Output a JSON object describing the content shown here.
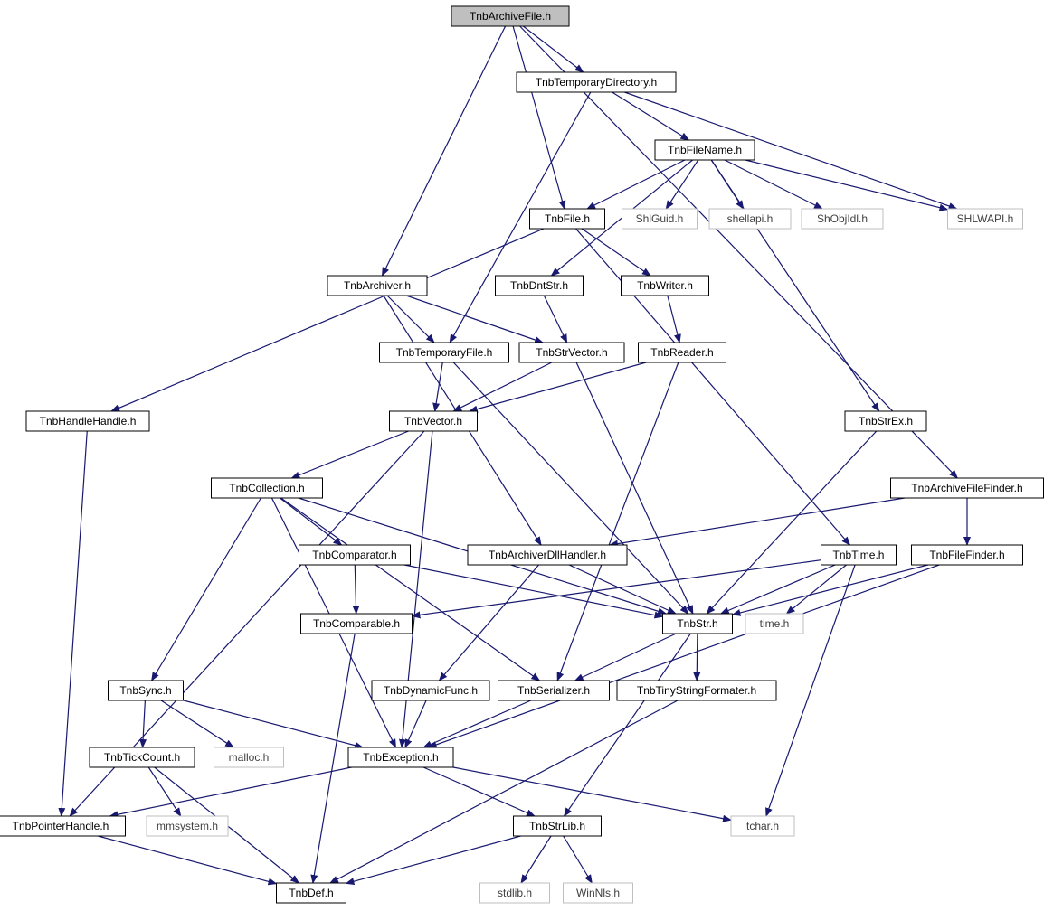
{
  "diagram": {
    "title": "",
    "colors": {
      "edge": "#191970",
      "root_fill": "#bfbfbf",
      "node_border": "#000000",
      "external_border": "#bfbfbf",
      "text": "#000000",
      "external_text": "#404040"
    },
    "nodes": [
      {
        "id": "archivefile",
        "label": "TnbArchiveFile.h",
        "kind": "root"
      },
      {
        "id": "tempdir",
        "label": "TnbTemporaryDirectory.h",
        "kind": "local"
      },
      {
        "id": "filename",
        "label": "TnbFileName.h",
        "kind": "local"
      },
      {
        "id": "file",
        "label": "TnbFile.h",
        "kind": "local"
      },
      {
        "id": "shlguid",
        "label": "ShlGuid.h",
        "kind": "external"
      },
      {
        "id": "shellapi",
        "label": "shellapi.h",
        "kind": "external"
      },
      {
        "id": "shobjidl",
        "label": "ShObjIdl.h",
        "kind": "external"
      },
      {
        "id": "shlwapi",
        "label": "SHLWAPI.h",
        "kind": "external"
      },
      {
        "id": "archiver",
        "label": "TnbArchiver.h",
        "kind": "local"
      },
      {
        "id": "dntstr",
        "label": "TnbDntStr.h",
        "kind": "local"
      },
      {
        "id": "writer",
        "label": "TnbWriter.h",
        "kind": "local"
      },
      {
        "id": "tempfile",
        "label": "TnbTemporaryFile.h",
        "kind": "local"
      },
      {
        "id": "strvector",
        "label": "TnbStrVector.h",
        "kind": "local"
      },
      {
        "id": "reader",
        "label": "TnbReader.h",
        "kind": "local"
      },
      {
        "id": "handlehandle",
        "label": "TnbHandleHandle.h",
        "kind": "local"
      },
      {
        "id": "vector",
        "label": "TnbVector.h",
        "kind": "local"
      },
      {
        "id": "strex",
        "label": "TnbStrEx.h",
        "kind": "local"
      },
      {
        "id": "archivefilefinder",
        "label": "TnbArchiveFileFinder.h",
        "kind": "local"
      },
      {
        "id": "collection",
        "label": "TnbCollection.h",
        "kind": "local"
      },
      {
        "id": "comparator",
        "label": "TnbComparator.h",
        "kind": "local"
      },
      {
        "id": "archiverdll",
        "label": "TnbArchiverDllHandler.h",
        "kind": "local"
      },
      {
        "id": "time",
        "label": "TnbTime.h",
        "kind": "local"
      },
      {
        "id": "filefinder",
        "label": "TnbFileFinder.h",
        "kind": "local"
      },
      {
        "id": "comparable",
        "label": "TnbComparable.h",
        "kind": "local"
      },
      {
        "id": "str",
        "label": "TnbStr.h",
        "kind": "local"
      },
      {
        "id": "timeh",
        "label": "time.h",
        "kind": "external"
      },
      {
        "id": "sync",
        "label": "TnbSync.h",
        "kind": "local"
      },
      {
        "id": "dynfunc",
        "label": "TnbDynamicFunc.h",
        "kind": "local"
      },
      {
        "id": "serializer",
        "label": "TnbSerializer.h",
        "kind": "local"
      },
      {
        "id": "tinyfmt",
        "label": "TnbTinyStringFormater.h",
        "kind": "local"
      },
      {
        "id": "tickcount",
        "label": "TnbTickCount.h",
        "kind": "local"
      },
      {
        "id": "malloc",
        "label": "malloc.h",
        "kind": "external"
      },
      {
        "id": "exception",
        "label": "TnbException.h",
        "kind": "local"
      },
      {
        "id": "pointerhandle",
        "label": "TnbPointerHandle.h",
        "kind": "local"
      },
      {
        "id": "mmsystem",
        "label": "mmsystem.h",
        "kind": "external"
      },
      {
        "id": "strlib",
        "label": "TnbStrLib.h",
        "kind": "local"
      },
      {
        "id": "tchar",
        "label": "tchar.h",
        "kind": "external"
      },
      {
        "id": "def",
        "label": "TnbDef.h",
        "kind": "local"
      },
      {
        "id": "stdlib",
        "label": "stdlib.h",
        "kind": "external"
      },
      {
        "id": "winnls",
        "label": "WinNls.h",
        "kind": "external"
      }
    ],
    "edges": [
      [
        "archivefile",
        "tempdir"
      ],
      [
        "archivefile",
        "file"
      ],
      [
        "archivefile",
        "archiver"
      ],
      [
        "archivefile",
        "archivefilefinder"
      ],
      [
        "tempdir",
        "filename"
      ],
      [
        "tempdir",
        "shlwapi"
      ],
      [
        "tempdir",
        "tempfile"
      ],
      [
        "filename",
        "file"
      ],
      [
        "filename",
        "shlguid"
      ],
      [
        "filename",
        "shellapi"
      ],
      [
        "filename",
        "shobjidl"
      ],
      [
        "filename",
        "shlwapi"
      ],
      [
        "filename",
        "dntstr"
      ],
      [
        "filename",
        "strex"
      ],
      [
        "file",
        "writer"
      ],
      [
        "file",
        "handlehandle"
      ],
      [
        "file",
        "time"
      ],
      [
        "archiver",
        "tempfile"
      ],
      [
        "archiver",
        "strvector"
      ],
      [
        "archiver",
        "archiverdll"
      ],
      [
        "dntstr",
        "strvector"
      ],
      [
        "writer",
        "reader"
      ],
      [
        "tempfile",
        "vector"
      ],
      [
        "tempfile",
        "str"
      ],
      [
        "strvector",
        "vector"
      ],
      [
        "strvector",
        "str"
      ],
      [
        "reader",
        "vector"
      ],
      [
        "reader",
        "serializer"
      ],
      [
        "handlehandle",
        "pointerhandle"
      ],
      [
        "vector",
        "collection"
      ],
      [
        "vector",
        "pointerhandle"
      ],
      [
        "vector",
        "exception"
      ],
      [
        "strex",
        "str"
      ],
      [
        "archivefilefinder",
        "filefinder"
      ],
      [
        "archivefilefinder",
        "archiverdll"
      ],
      [
        "collection",
        "comparator"
      ],
      [
        "collection",
        "str"
      ],
      [
        "collection",
        "sync"
      ],
      [
        "collection",
        "serializer"
      ],
      [
        "collection",
        "exception"
      ],
      [
        "comparator",
        "comparable"
      ],
      [
        "comparator",
        "str"
      ],
      [
        "archiverdll",
        "str"
      ],
      [
        "archiverdll",
        "dynfunc"
      ],
      [
        "time",
        "str"
      ],
      [
        "time",
        "comparable"
      ],
      [
        "time",
        "timeh"
      ],
      [
        "time",
        "tchar"
      ],
      [
        "filefinder",
        "str"
      ],
      [
        "filefinder",
        "exception"
      ],
      [
        "comparable",
        "def"
      ],
      [
        "str",
        "serializer"
      ],
      [
        "str",
        "tinyfmt"
      ],
      [
        "str",
        "strlib"
      ],
      [
        "sync",
        "tickcount"
      ],
      [
        "sync",
        "malloc"
      ],
      [
        "sync",
        "exception"
      ],
      [
        "dynfunc",
        "exception"
      ],
      [
        "serializer",
        "exception"
      ],
      [
        "tinyfmt",
        "def"
      ],
      [
        "tickcount",
        "mmsystem"
      ],
      [
        "tickcount",
        "def"
      ],
      [
        "exception",
        "pointerhandle"
      ],
      [
        "exception",
        "strlib"
      ],
      [
        "exception",
        "tchar"
      ],
      [
        "pointerhandle",
        "def"
      ],
      [
        "strlib",
        "def"
      ],
      [
        "strlib",
        "stdlib"
      ],
      [
        "strlib",
        "winnls"
      ]
    ]
  }
}
